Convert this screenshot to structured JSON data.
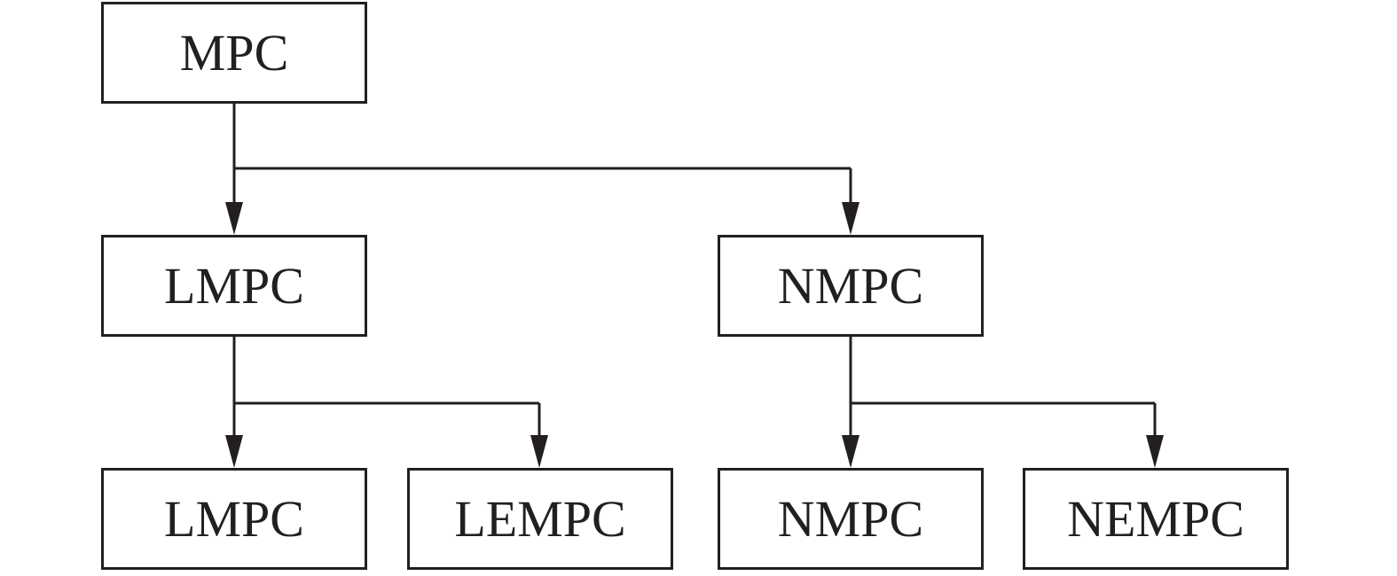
{
  "diagram": {
    "line_color": "#231f20",
    "nodes": {
      "root": "MPC",
      "level1_left": "LMPC",
      "level1_right": "NMPC",
      "level2_1": "LMPC",
      "level2_2": "LEMPC",
      "level2_3": "NMPC",
      "level2_4": "NEMPC"
    },
    "edges": [
      {
        "from": "MPC",
        "to": "LMPC"
      },
      {
        "from": "MPC",
        "to": "NMPC"
      },
      {
        "from": "LMPC",
        "to": "LMPC"
      },
      {
        "from": "LMPC",
        "to": "LEMPC"
      },
      {
        "from": "NMPC",
        "to": "NMPC"
      },
      {
        "from": "NMPC",
        "to": "NEMPC"
      }
    ]
  }
}
